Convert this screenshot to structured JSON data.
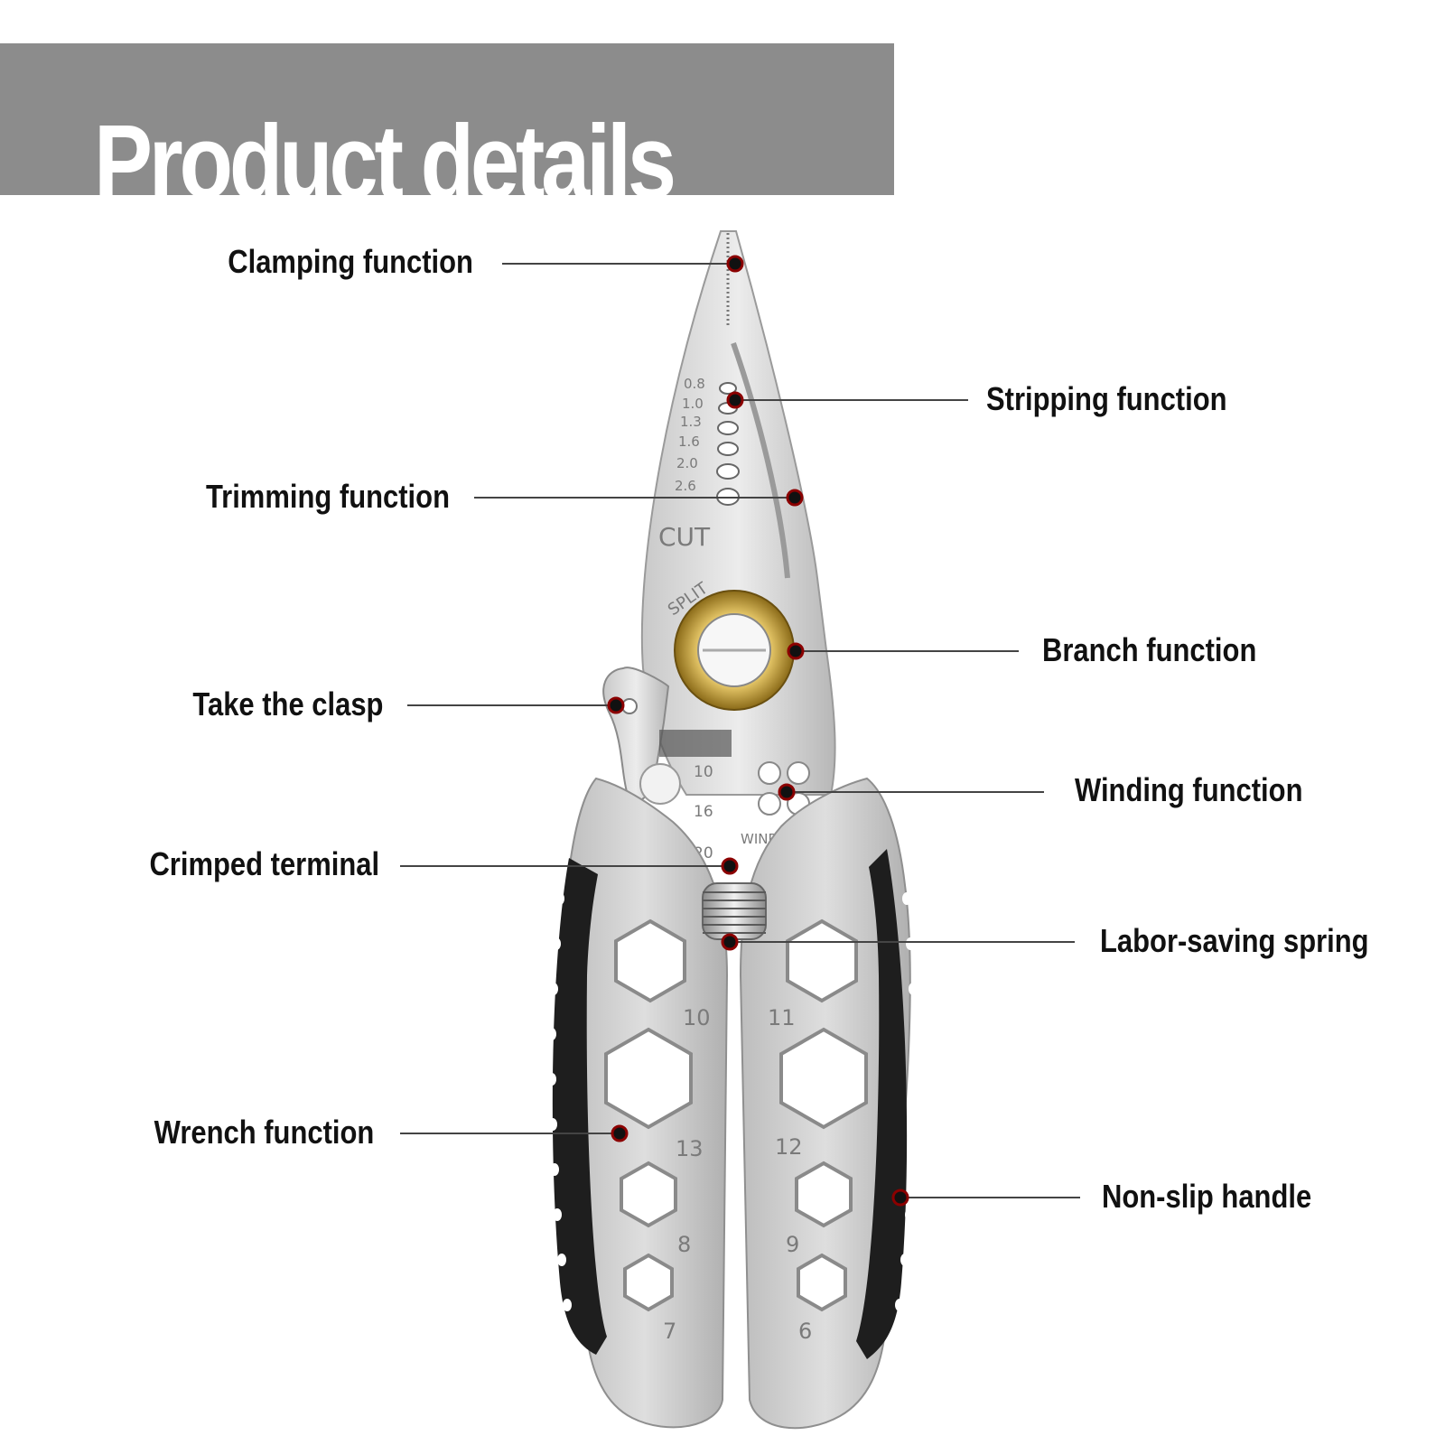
{
  "header": {
    "title": "Product details"
  },
  "tool": {
    "strip_gauges": [
      "0.8",
      "1.0",
      "1.3",
      "1.6",
      "2.0",
      "2.6"
    ],
    "cut_label": "CUT",
    "split_label": "SPLIT",
    "crimp_sizes": [
      "10",
      "16",
      "20"
    ],
    "winding_label": "WINDI",
    "wrench_left_sizes": [
      "10",
      "13",
      "8",
      "7"
    ],
    "wrench_right_sizes": [
      "11",
      "12",
      "9",
      "6"
    ]
  },
  "callouts": {
    "clamping": "Clamping function",
    "stripping": "Stripping function",
    "trimming": "Trimming function",
    "branch": "Branch function",
    "clasp": "Take the clasp",
    "winding": "Winding function",
    "crimped": "Crimped terminal",
    "spring": "Labor-saving spring",
    "wrench": "Wrench function",
    "handle": "Non-slip handle"
  },
  "colors": {
    "banner": "#8c8c8c",
    "marker": "#8b0000",
    "brass": "#b8902c"
  }
}
